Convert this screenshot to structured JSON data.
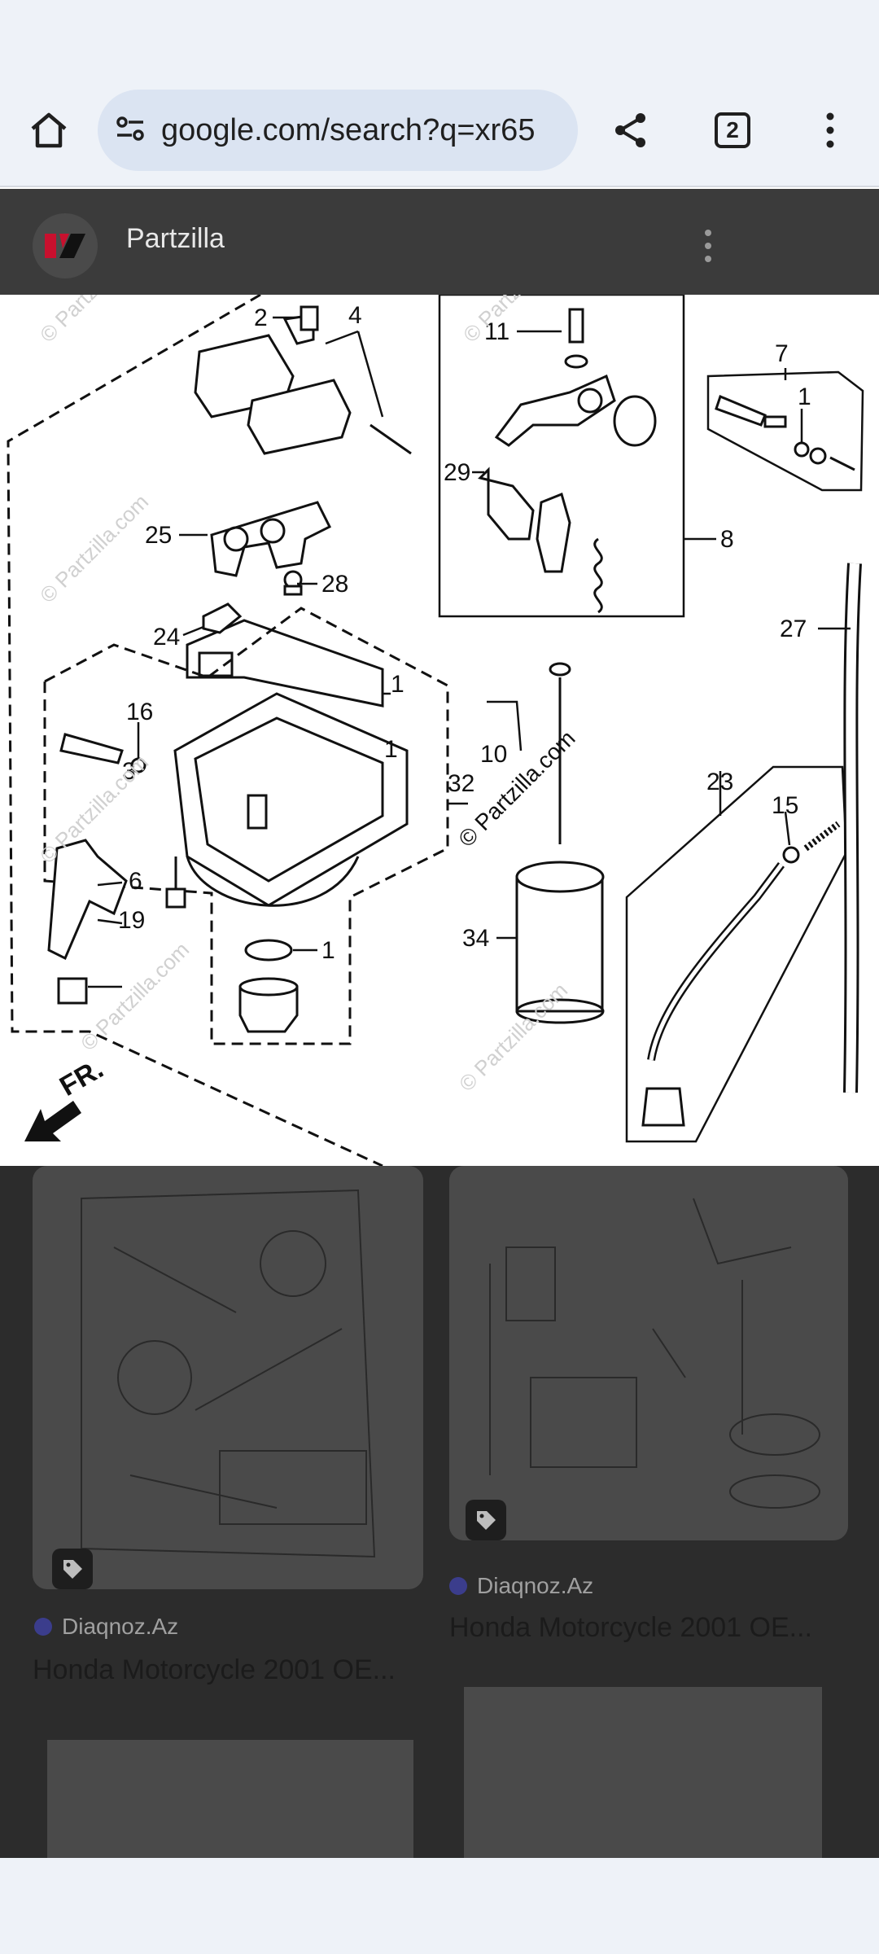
{
  "browser": {
    "url": "google.com/search?q=xr65",
    "tab_count": "2"
  },
  "viewer": {
    "site_name": "Partzilla"
  },
  "diagram": {
    "watermark": "© Partzilla.com",
    "front_label": "FR.",
    "callouts": [
      "2",
      "4",
      "11",
      "7",
      "1",
      "29",
      "8",
      "25",
      "28",
      "27",
      "24",
      "1",
      "16",
      "1",
      "3",
      "10",
      "23",
      "15",
      "6",
      "32",
      "19",
      "34",
      "1"
    ]
  },
  "results": [
    {
      "source": "Diaqnoz.Az",
      "title": "Honda Motorcycle 2001 OE..."
    },
    {
      "source": "Diaqnoz.Az",
      "title": "Honda Motorcycle 2001 OE..."
    }
  ]
}
